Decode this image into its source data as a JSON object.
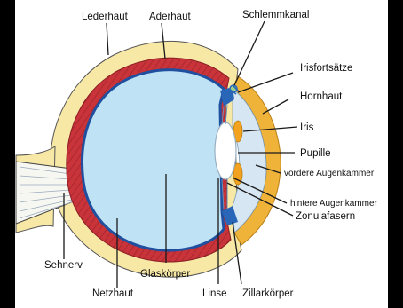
{
  "labels": {
    "lederhaut": "Lederhaut",
    "aderhaut": "Aderhaut",
    "schlemmkanal": "Schlemmkanal",
    "irisfortsaetze": "Irisfortsätze",
    "hornhaut": "Hornhaut",
    "iris": "Iris",
    "pupille": "Pupille",
    "vordere_augenkammer": "vordere Augenkammer",
    "hintere_augenkammer": "hintere Augenkammer",
    "zonulafasern": "Zonulafasern",
    "sehnerv": "Sehnerv",
    "netzhaut": "Netzhaut",
    "glaskoerper": "Glaskörper",
    "linse": "Linse",
    "zillarkoerper": "Zillarkörper"
  },
  "colors": {
    "background": "#000000",
    "panel": "#ffffff",
    "sclera": "#f7e8a6",
    "choroid": "#c9343a",
    "retina_edge": "#1f4f9e",
    "vitreous": "#bfe3f5",
    "cornea": "#f0b33a",
    "anterior_chamber": "#d6e6f2",
    "iris": "#f2a21e",
    "lens": "#ffffff",
    "ciliary": "#2a66b8",
    "canal": "#9fd08a"
  }
}
